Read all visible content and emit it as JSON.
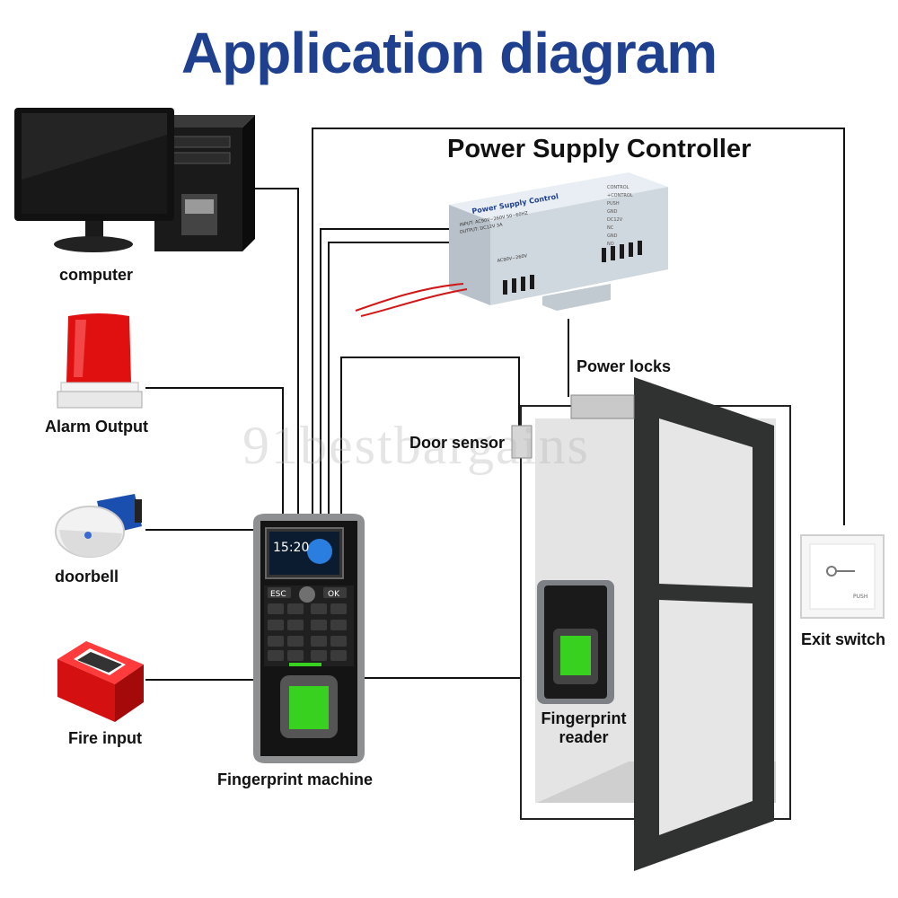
{
  "title": "Application diagram",
  "watermark": "91bestbargains",
  "labels": {
    "power_supply_controller": "Power Supply Controller",
    "computer": "computer",
    "alarm_output": "Alarm Output",
    "doorbell": "doorbell",
    "fire_input": "Fire input",
    "fingerprint_machine": "Fingerprint machine",
    "power_locks": "Power locks",
    "door_sensor": "Door sensor",
    "fingerprint_reader_line1": "Fingerprint",
    "fingerprint_reader_line2": "reader",
    "exit_switch": "Exit switch"
  },
  "device_text": {
    "psc_label": "Power Supply Control",
    "psc_input": "INPUT: AC90V~260V 50~60HZ",
    "psc_output": "OUTPUT: DC12V 3A",
    "psc_range": "AC90V~260V",
    "psc_terminals": [
      "CONTROL",
      "+CONTROL",
      "PUSH",
      "GND",
      "DC12V",
      "NC",
      "GND",
      "NO"
    ],
    "clock": "15:20",
    "esc": "ESC",
    "ok": "OK",
    "push": "PUSH"
  },
  "colors": {
    "title": "#1f3f8f",
    "wire": "#111111",
    "alarm_red": "#e01010",
    "fingerprint_green": "#39d11f",
    "door_dark": "#2f3230"
  }
}
